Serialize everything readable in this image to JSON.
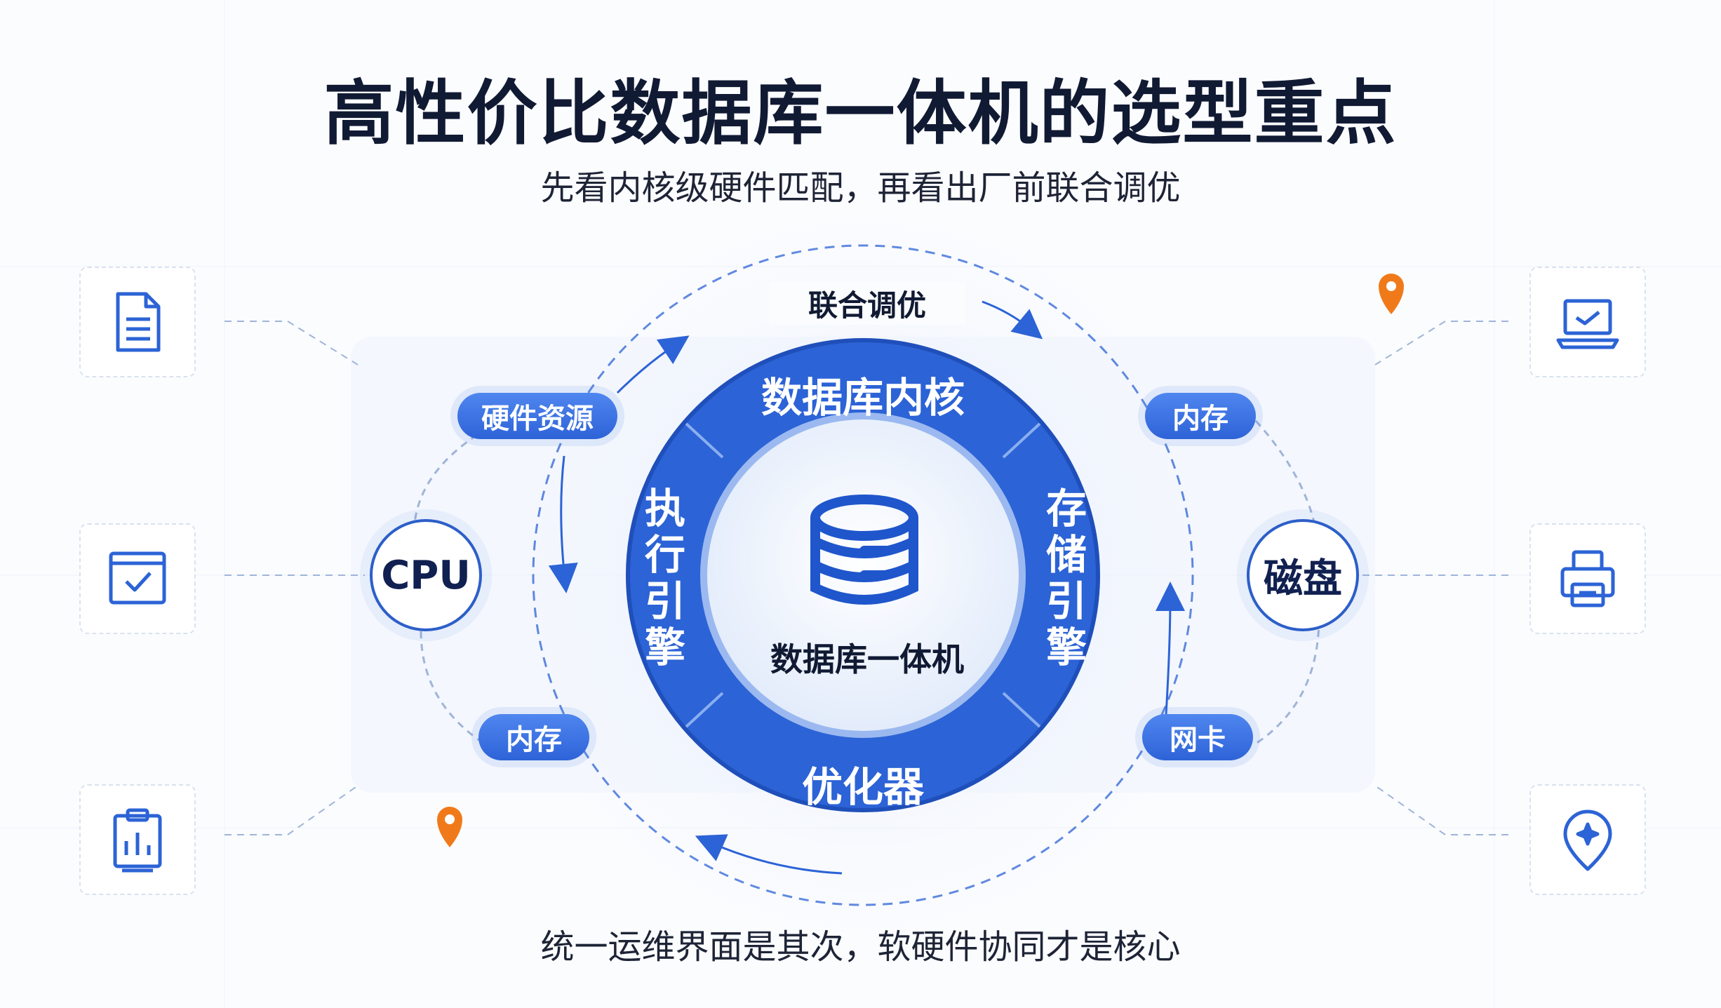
{
  "title": "高性价比数据库一体机的选型重点",
  "subtitle": "先看内核级硬件匹配，再看出厂前联合调优",
  "footer": "统一运维界面是其次，软硬件协同才是核心",
  "cycle_label": "联合调优",
  "center": {
    "label": "数据库一体机",
    "icon": "database-icon"
  },
  "ring": {
    "top": "数据库内核",
    "left": "执行引擎",
    "right": "存储引擎",
    "bottom": "优化器"
  },
  "left_group": {
    "node": "CPU",
    "top_pill": "硬件资源",
    "bottom_pill": "内存"
  },
  "right_group": {
    "node": "磁盘",
    "top_pill": "内存",
    "bottom_pill": "网卡"
  },
  "side_icons": {
    "left": [
      "document-icon",
      "checkbox-icon",
      "clipboard-chart-icon"
    ],
    "right": [
      "laptop-icon",
      "printer-icon",
      "location-icon"
    ]
  },
  "colors": {
    "primary": "#2c63d6",
    "primary_light": "#4f86ef",
    "text_dark": "#111a33",
    "accent_pin": "#f07a1a"
  }
}
